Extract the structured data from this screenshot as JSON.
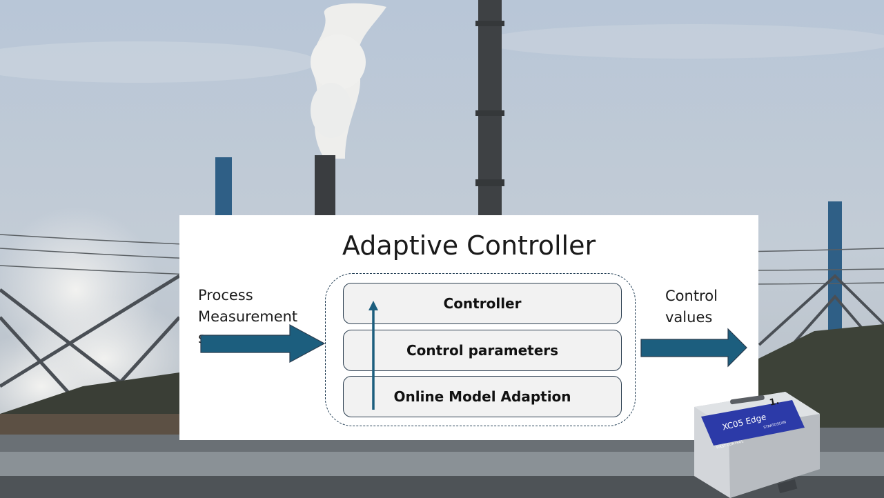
{
  "diagram": {
    "title": "Adaptive Controller",
    "input_label_lines": [
      "Process",
      "Measurement",
      "s"
    ],
    "output_label_lines": [
      "Control",
      "values"
    ],
    "layers": [
      "Controller",
      "Control parameters",
      "Online Model Adaption"
    ]
  },
  "device": {
    "name": "XC05 Edge",
    "brand": "FIRST CONTROL",
    "partner": "STRATOSCAN",
    "logo_mark": "1.",
    "color": "#2c3aa8"
  },
  "colors": {
    "arrow": "#1c5e7e",
    "border": "#1f3b52",
    "panel": "#ffffff",
    "layer_fill": "#f2f2f2"
  }
}
